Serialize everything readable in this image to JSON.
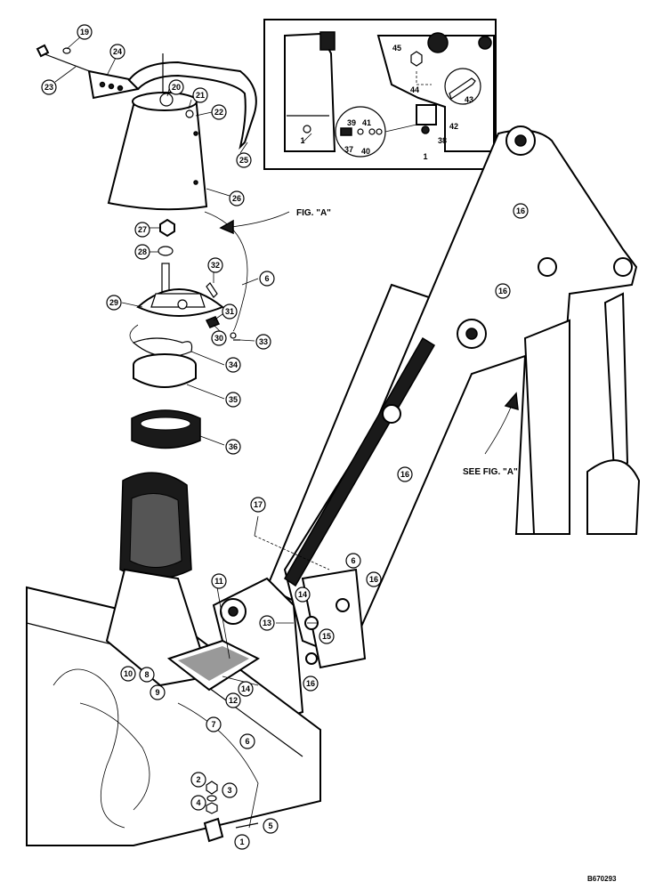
{
  "fig_a_label": "FIG. \"A\"",
  "see_fig_a_label": "SEE FIG. \"A\"",
  "drawing_id": "B670293",
  "callouts": [
    {
      "n": "19"
    },
    {
      "n": "24"
    },
    {
      "n": "23"
    },
    {
      "n": "20"
    },
    {
      "n": "21"
    },
    {
      "n": "22"
    },
    {
      "n": "25"
    },
    {
      "n": "26"
    },
    {
      "n": "27"
    },
    {
      "n": "28"
    },
    {
      "n": "32"
    },
    {
      "n": "6"
    },
    {
      "n": "29"
    },
    {
      "n": "31"
    },
    {
      "n": "33"
    },
    {
      "n": "30"
    },
    {
      "n": "34"
    },
    {
      "n": "35"
    },
    {
      "n": "36"
    },
    {
      "n": "17"
    },
    {
      "n": "16"
    },
    {
      "n": "16"
    },
    {
      "n": "16"
    },
    {
      "n": "16"
    },
    {
      "n": "16"
    },
    {
      "n": "11"
    },
    {
      "n": "13"
    },
    {
      "n": "14"
    },
    {
      "n": "15"
    },
    {
      "n": "14"
    },
    {
      "n": "12"
    },
    {
      "n": "10"
    },
    {
      "n": "8"
    },
    {
      "n": "9"
    },
    {
      "n": "7"
    },
    {
      "n": "6"
    },
    {
      "n": "2"
    },
    {
      "n": "3"
    },
    {
      "n": "4"
    },
    {
      "n": "1"
    },
    {
      "n": "5"
    },
    {
      "n": "6"
    }
  ],
  "inset_labels": [
    {
      "n": "45"
    },
    {
      "n": "44"
    },
    {
      "n": "43"
    },
    {
      "n": "39"
    },
    {
      "n": "41"
    },
    {
      "n": "37"
    },
    {
      "n": "40"
    },
    {
      "n": "42"
    },
    {
      "n": "38"
    },
    {
      "n": "1"
    },
    {
      "n": "1"
    }
  ]
}
